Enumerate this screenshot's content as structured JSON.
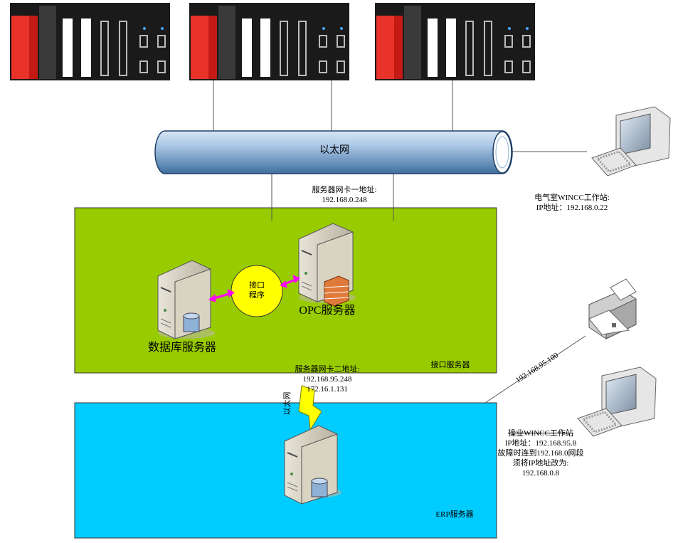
{
  "network": {
    "label": "以太网"
  },
  "server_nic1": {
    "line1": "服务器网卡一地址:",
    "line2": "192.168.0.248"
  },
  "electrical_ws": {
    "line1": "电气室WINCC工作站:",
    "line2": "IP地址：192.168.0.22"
  },
  "interface_zone": {
    "label": "接口服务器",
    "interface_program": "接口\n程序",
    "opc_server": "OPC服务器",
    "db_server": "数据库服务器",
    "fill": "#99cc00"
  },
  "server_nic2": {
    "line1": "服务器网卡二地址:",
    "line2": "192.168.95.248",
    "line3": "172.16.1.131"
  },
  "lightning_label": "以太网",
  "printer_link_ip": "192.168.95.100",
  "erp_zone": {
    "label": "ERP服务器",
    "fill": "#00ccff"
  },
  "operation_ws": {
    "line1": "操业WINCC工作站",
    "line2": "IP地址：192.168.95.8",
    "line3": "故障时连到192.168.0网段",
    "line4": "须将IP地址改为:",
    "line5": "192.168.0.8"
  },
  "colors": {
    "accent_red": "#e8322a",
    "pipe": "#aac6e6",
    "interface_circle": "#ffff00",
    "connector": "#ff00ff"
  }
}
